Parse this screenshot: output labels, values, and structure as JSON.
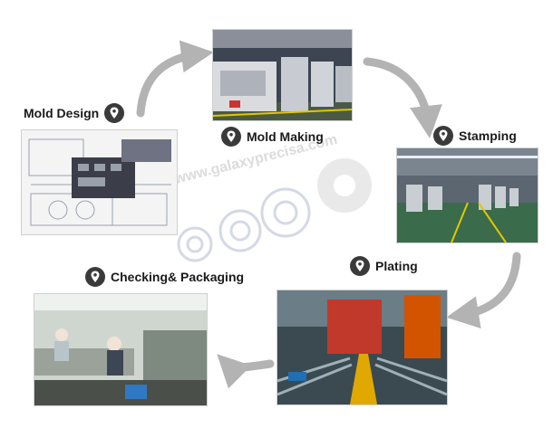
{
  "steps": [
    {
      "label": "Mold Design",
      "photo": "mold-design-drawing"
    },
    {
      "label": "Mold Making",
      "photo": "mold-making-machines"
    },
    {
      "label": "Stamping",
      "photo": "stamping-workshop"
    },
    {
      "label": "Plating",
      "photo": "plating-line"
    },
    {
      "label": "Checking& Packaging",
      "photo": "checking-packaging-workers"
    }
  ],
  "watermark": "www.galaxyprecisa.com",
  "icons": {
    "step_marker": "location-pin-icon",
    "flow": "curved-arrow-icon"
  },
  "colors": {
    "label_text": "#1a1a1a",
    "pin": "#3a3a3a",
    "arrow": "#b3b3b3"
  }
}
